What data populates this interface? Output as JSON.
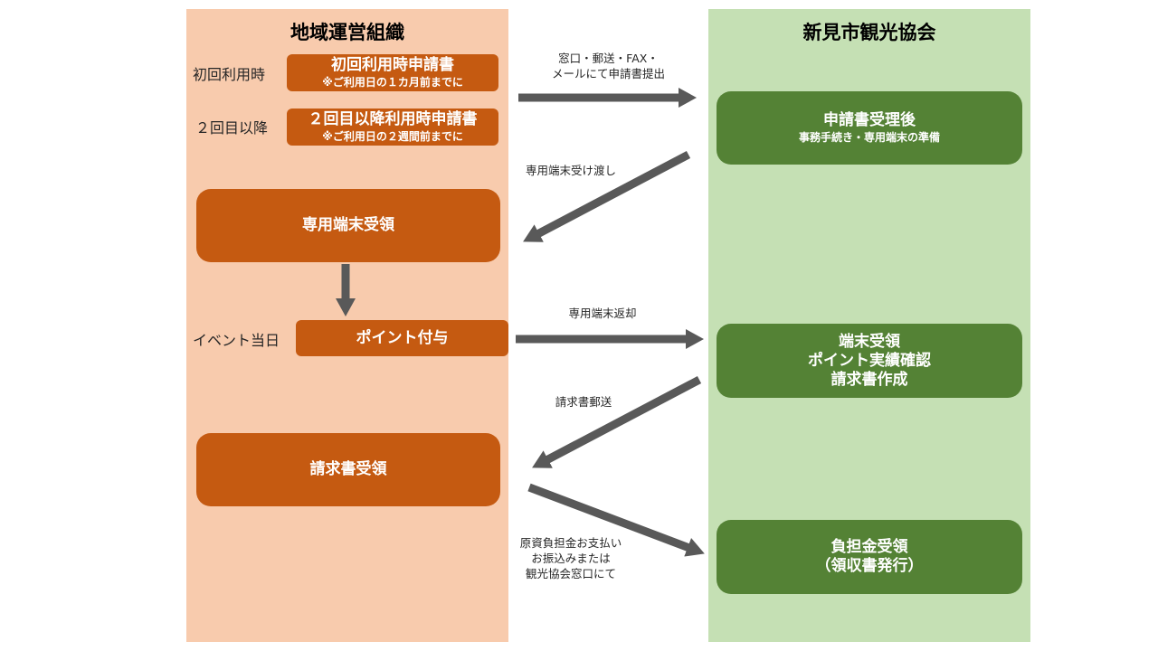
{
  "lanes": {
    "left_title": "地域運営組織",
    "right_title": "新見市観光協会"
  },
  "left": {
    "first_use_label": "初回利用時",
    "first_use_box": {
      "title": "初回利用時申請書",
      "note": "※ご利用日の１カ月前までに"
    },
    "second_use_label": "２回目以降",
    "second_use_box": {
      "title": "２回目以降利用時申請書",
      "note": "※ご利用日の２週間前までに"
    },
    "receive_terminal": "専用端末受領",
    "event_day_label": "イベント当日",
    "points_grant": "ポイント付与",
    "receive_invoice": "請求書受領"
  },
  "right": {
    "after_application": {
      "title": "申請書受理後",
      "note": "事務手続き・専用端末の準備"
    },
    "terminal_received": [
      "端末受領",
      "ポイント実績確認",
      "請求書作成"
    ],
    "payment_received": [
      "負担金受領",
      "（領収書発行）"
    ]
  },
  "arrow_labels": {
    "submit": [
      "窓口・郵送・FAX・",
      "メールにて申請書提出"
    ],
    "handover": "専用端末受け渡し",
    "return": "専用端末返却",
    "invoice_mail": "請求書郵送",
    "payment": [
      "原資負担金お支払い",
      "お振込みまたは",
      "観光協会窓口にて"
    ]
  },
  "colors": {
    "left_lane": "#f8cbad",
    "right_lane": "#c5e0b4",
    "orange_box": "#c55a11",
    "green_box": "#548235",
    "arrow": "#595959"
  }
}
